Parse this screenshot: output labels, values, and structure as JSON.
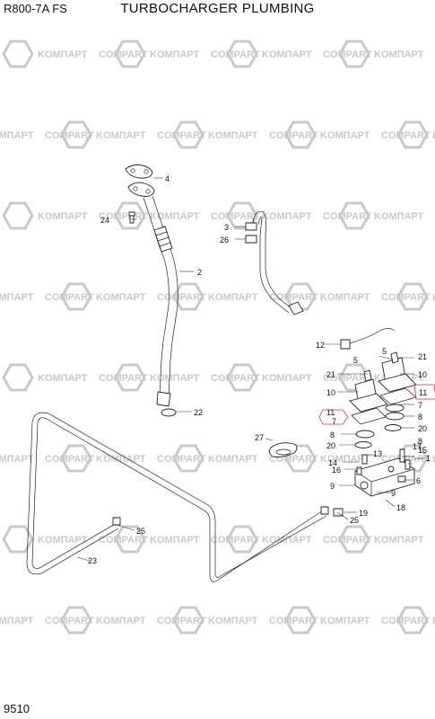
{
  "header": {
    "model": "R800-7A  FS",
    "title": "TURBOCHARGER PLUMBING"
  },
  "footer": {
    "page_code": "9510"
  },
  "watermark": {
    "logo_left": "KOMПАРТ",
    "logo_right": "COMPART",
    "color": "#c9c9c9"
  },
  "callouts": {
    "c1": "1",
    "c2": "2",
    "c3": "3",
    "c4": "4",
    "c5": "5",
    "c6": "6",
    "c7": "7",
    "c8": "8",
    "c9": "9",
    "c10": "10",
    "c11": "11",
    "c12": "12",
    "c13": "13",
    "c14": "14",
    "c15": "15",
    "c16": "16",
    "c17": "17",
    "c18": "18",
    "c19": "19",
    "c20": "20",
    "c21": "21",
    "c22": "22",
    "c23": "23",
    "c24": "24",
    "c25": "25",
    "c26": "26",
    "c27": "27"
  },
  "highlight_color": "#dd3333"
}
